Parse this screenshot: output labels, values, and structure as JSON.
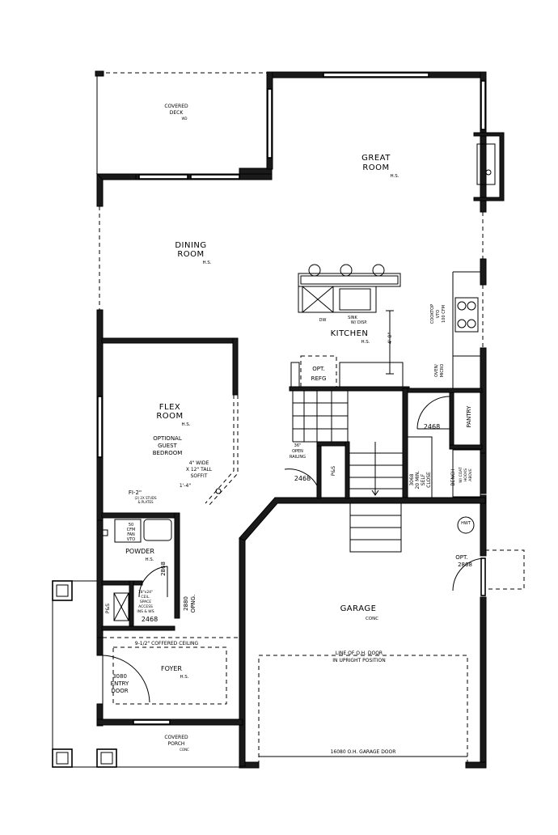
{
  "rooms": {
    "covered_deck": {
      "name": "COVERED DECK",
      "line1": "COVERED",
      "line2": "DECK",
      "sub": "WD"
    },
    "great_room": {
      "line1": "GREAT",
      "line2": "ROOM",
      "sub": "H.S."
    },
    "dining_room": {
      "line1": "DINING",
      "line2": "ROOM",
      "sub": "H.S."
    },
    "kitchen": {
      "name": "KITCHEN",
      "sub": "H.S."
    },
    "flex_room": {
      "line1": "FLEX",
      "line2": "ROOM",
      "sub": "H.S."
    },
    "powder": {
      "name": "POWDER",
      "sub": "H.S."
    },
    "foyer": {
      "name": "FOYER",
      "sub": "H.S."
    },
    "garage": {
      "name": "GARAGE",
      "sub": "CONC"
    },
    "covered_porch": {
      "line1": "COVERED",
      "line2": "PORCH",
      "sub": "CONC"
    }
  },
  "notes": {
    "optional_guest_1": "OPTIONAL",
    "optional_guest_2": "GUEST",
    "optional_guest_3": "BEDROOM",
    "soffit_1": "4\" WIDE",
    "soffit_2": "X 12\" TALL",
    "soffit_3": "SOFFIT",
    "beam_1": "FI-2\"",
    "beam_2": "(2) 2X STUDS",
    "beam_3": "& PLATES",
    "dim_1_4": "1'-4\"",
    "dim_4_0": "4'-0\"",
    "dw": "DW",
    "sink_1": "SINK",
    "sink_2": "W/ DISP.",
    "cooktop_1": "COOKTOP",
    "cooktop_2": "VTO",
    "cooktop_3": "100 CFM",
    "oven_1": "OVEN/",
    "oven_2": "MICRO",
    "opt_refg_1": "OPT.",
    "opt_refg_2": "REFG",
    "pantry": "PANTRY",
    "door_2468_pantry": "2468",
    "railing_1": "36\"",
    "railing_2": "OPEN",
    "railing_3": "RAILING",
    "door_2468_stair": "2468",
    "ps": "P&S",
    "door_3068_1": "3068",
    "door_3068_2": "20 MIN.",
    "door_3068_3": "SELF",
    "door_3068_4": "CLOSE",
    "bench_1": "BENCH",
    "bench_2": "W/ COAT",
    "bench_3": "HOOKS",
    "bench_4": "ABOVE",
    "fan_1": "50",
    "fan_2": "CFM",
    "fan_3": "FAN",
    "fan_4": "VTO",
    "door_2868_powder": "2868",
    "attic_1": "18\"x24\"",
    "attic_2": "CEIL.",
    "attic_3": "SPACE",
    "attic_4": "ACCESS",
    "attic_5": "INS & WS",
    "ps_closet": "P&S",
    "door_2468_closet": "2468",
    "opng_1": "2880",
    "opng_2": "OPNG.",
    "hwt": "HWT",
    "opt_door_1": "OPT.",
    "opt_door_2": "2868",
    "coffered": "9-1/2\" COFFERED CEILING",
    "entry_1": "3080",
    "entry_2": "ENTRY",
    "entry_3": "DOOR",
    "line_oh_1": "LINE OF O.H. DOOR",
    "line_oh_2": "IN UPRIGHT POSITION",
    "garage_door": "16080 O.H. GARAGE DOOR"
  }
}
